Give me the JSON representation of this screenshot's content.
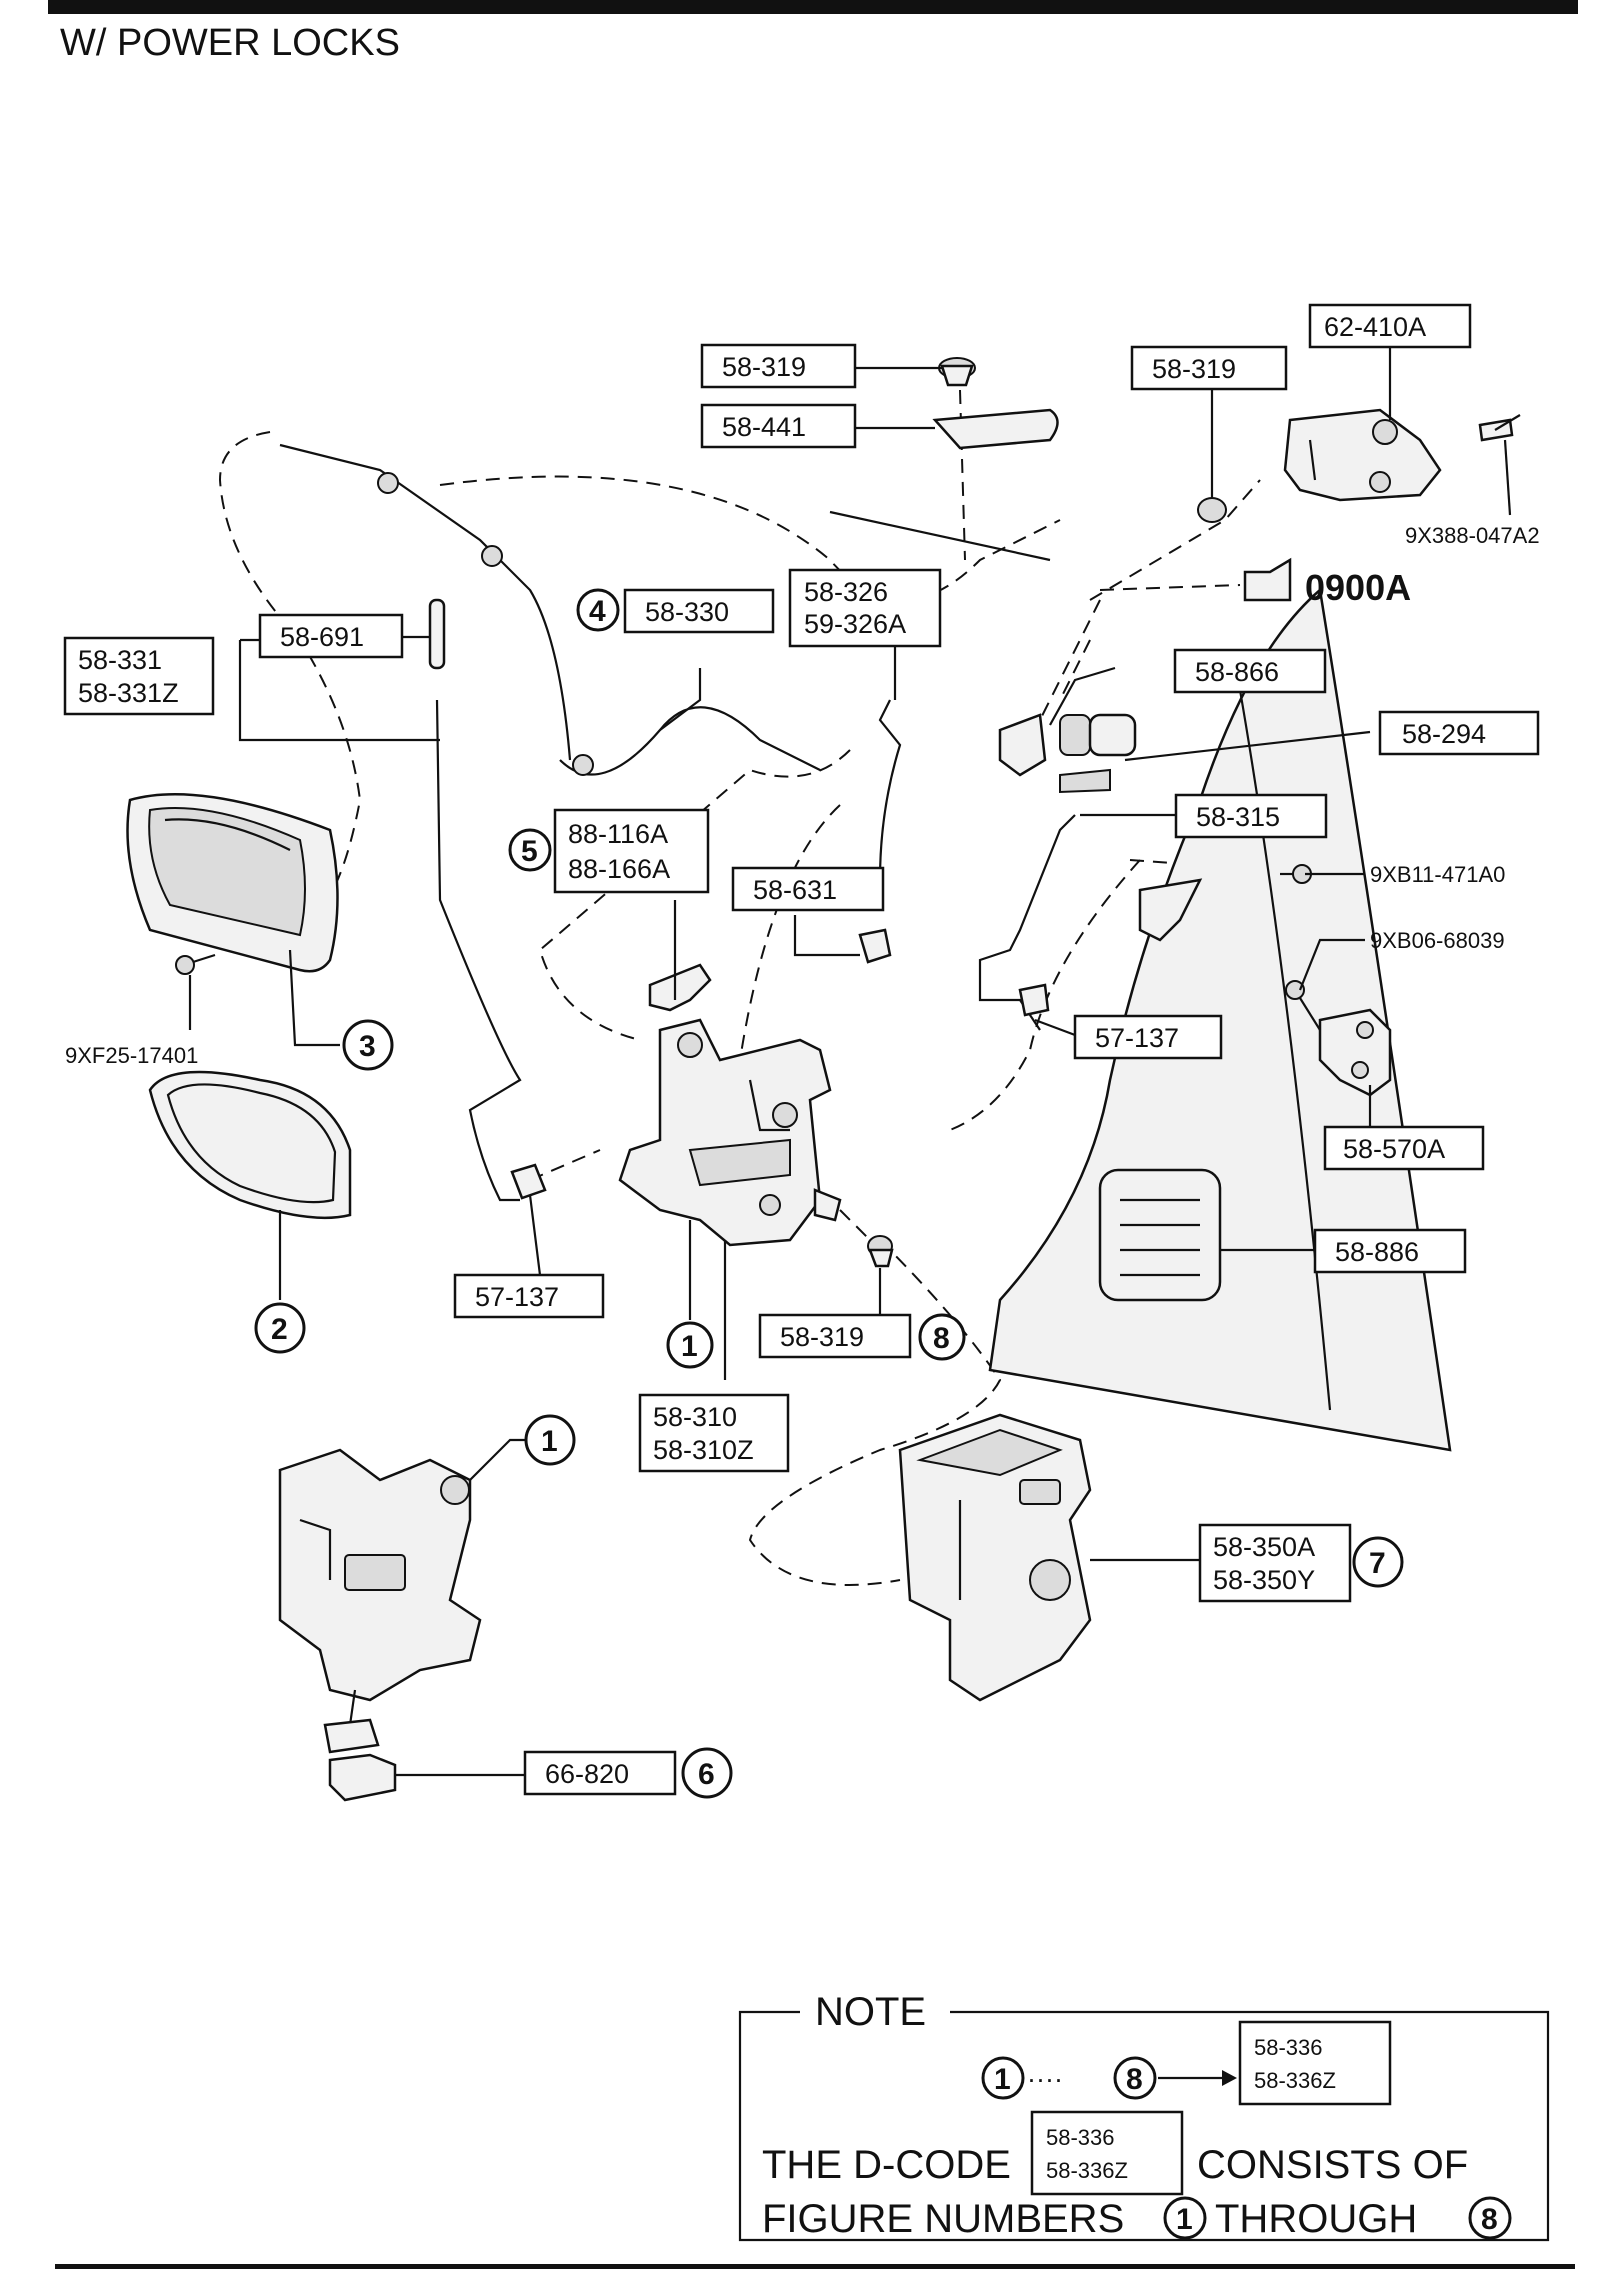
{
  "title": "W/ POWER LOCKS",
  "labels": {
    "p58_319_top": "58-319",
    "p58_441": "58-441",
    "p58_319_right": "58-319",
    "p62_410a": "62-410A",
    "p9x388": "9X388-047A2",
    "p58_330": "58-330",
    "p58_326": "58-326",
    "p59_326a": "59-326A",
    "p0900a": "0900A",
    "p58_691": "58-691",
    "p58_331": "58-331",
    "p58_331z": "58-331Z",
    "p58_866": "58-866",
    "p58_294": "58-294",
    "p88_116a": "88-116A",
    "p88_166a": "88-166A",
    "p58_315": "58-315",
    "p58_631": "58-631",
    "p9xb11": "9XB11-471A0",
    "p9xb06": "9XB06-68039",
    "p9xf25": "9XF25-17401",
    "p57_137_right": "57-137",
    "p58_570a": "58-570A",
    "p58_886": "58-886",
    "p57_137_left": "57-137",
    "p58_319_mid": "58-319",
    "p58_310": "58-310",
    "p58_310z": "58-310Z",
    "p58_350a": "58-350A",
    "p58_350y": "58-350Y",
    "p66_820": "66-820"
  },
  "callouts": {
    "c1": "1",
    "c2": "2",
    "c3": "3",
    "c4": "4",
    "c5": "5",
    "c6": "6",
    "c7": "7",
    "c8": "8"
  },
  "note": {
    "heading": "NOTE",
    "range_from": "1",
    "range_to": "8",
    "dots": "····",
    "code_a": "58-336",
    "code_b": "58-336Z",
    "line1_prefix": "THE D-CODE",
    "line1_suffix": "CONSISTS OF",
    "line2_prefix": "FIGURE NUMBERS",
    "line2_mid": "THROUGH",
    "from_num": "1",
    "to_num": "8"
  }
}
